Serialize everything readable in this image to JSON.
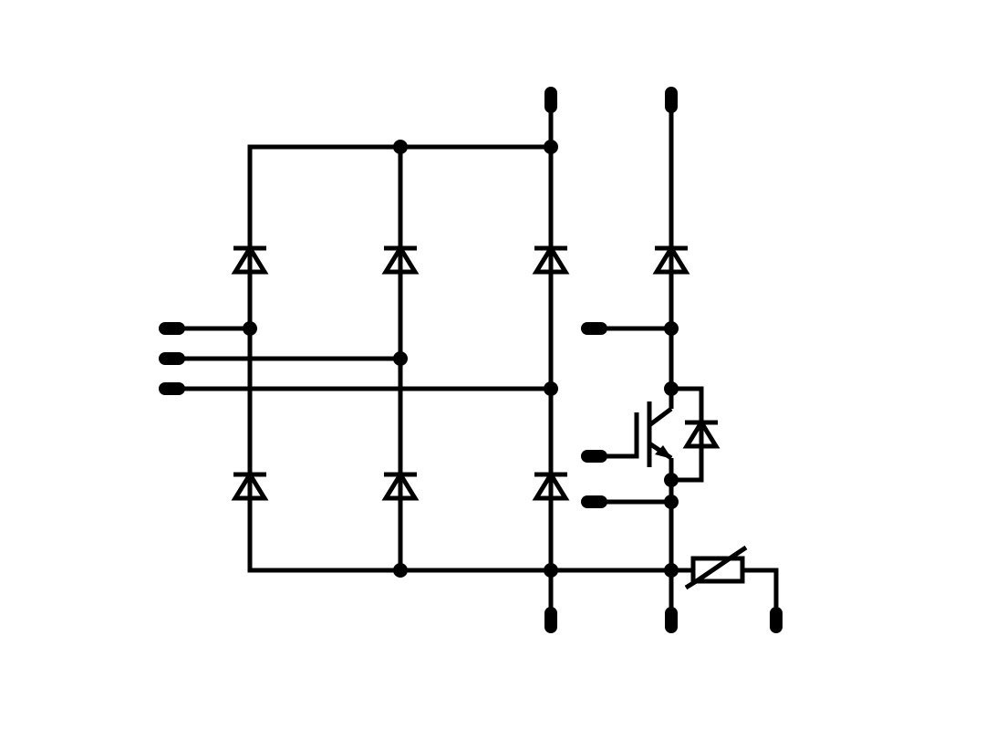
{
  "diagram": {
    "kind": "circuit-schematic",
    "stroke_color": "#000000",
    "background_color": "#ffffff",
    "components": {
      "rectifier_diodes": 6,
      "brake_diode": 1,
      "freewheel_diode": 1,
      "igbt": 1,
      "thermistor": 1,
      "terminals": 11
    }
  }
}
